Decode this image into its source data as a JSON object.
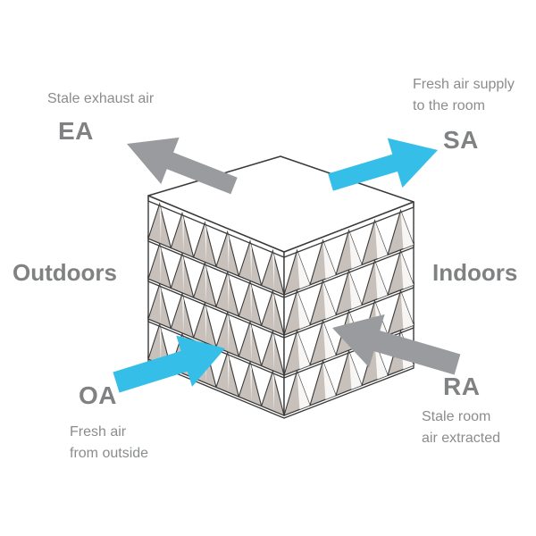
{
  "colors": {
    "stale_arrow": "#999b9e",
    "fresh_arrow": "#35bfe8",
    "plate_fill": "#ffffff",
    "plate_stroke": "#3a3a3a",
    "channel_shade": "#c8c1bb",
    "label_code": "#7f8183",
    "label_text": "#8a8c8e"
  },
  "labels": {
    "ea": {
      "code": "EA",
      "lines": [
        "Stale exhaust air"
      ]
    },
    "sa": {
      "code": "SA",
      "lines": [
        "Fresh air supply",
        "to the room"
      ]
    },
    "oa": {
      "code": "OA",
      "lines": [
        "Fresh air",
        "from outside"
      ]
    },
    "ra": {
      "code": "RA",
      "lines": [
        "Stale room",
        "air extracted"
      ]
    },
    "outdoors": "Outdoors",
    "indoors": "Indoors"
  }
}
